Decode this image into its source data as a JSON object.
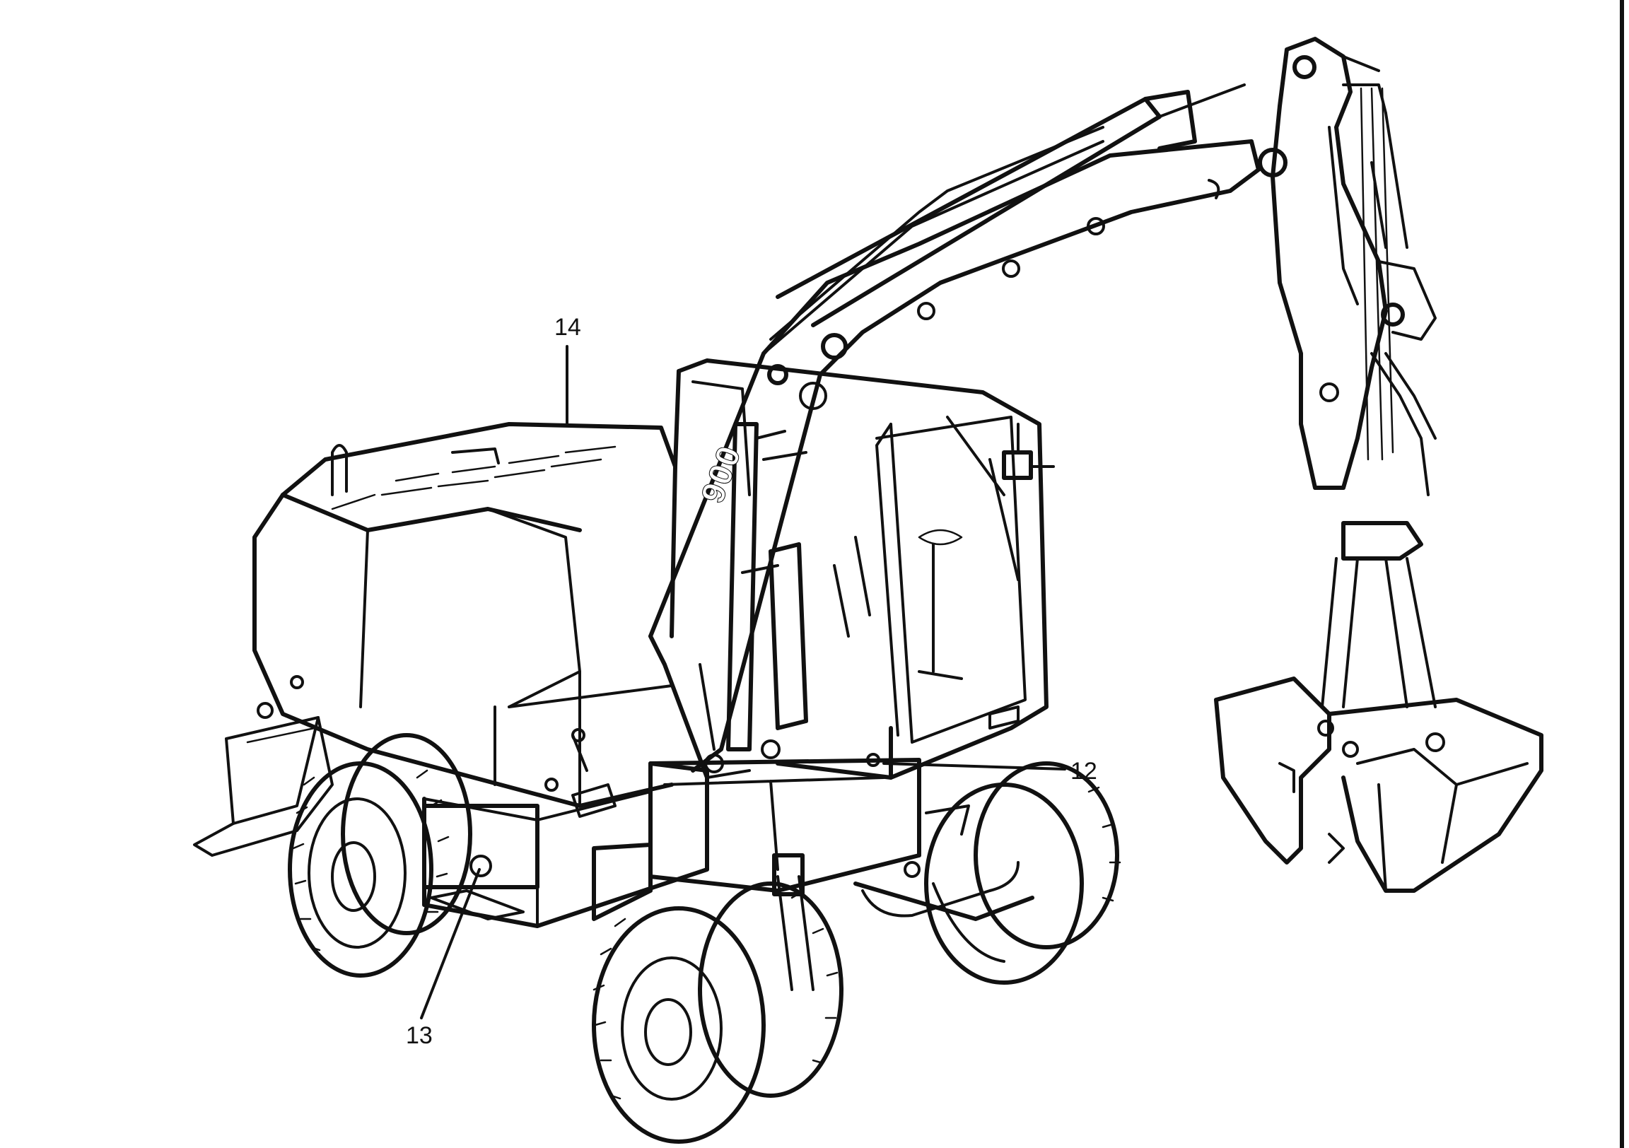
{
  "diagram": {
    "callouts": [
      {
        "id": "12",
        "label": "12",
        "target": "cab-base-panel"
      },
      {
        "id": "13",
        "label": "13",
        "target": "side-toolbox-lock"
      },
      {
        "id": "14",
        "label": "14",
        "target": "engine-hood"
      }
    ],
    "model_badge": "900",
    "ink_color": "#111111",
    "background_color": "#ffffff"
  }
}
